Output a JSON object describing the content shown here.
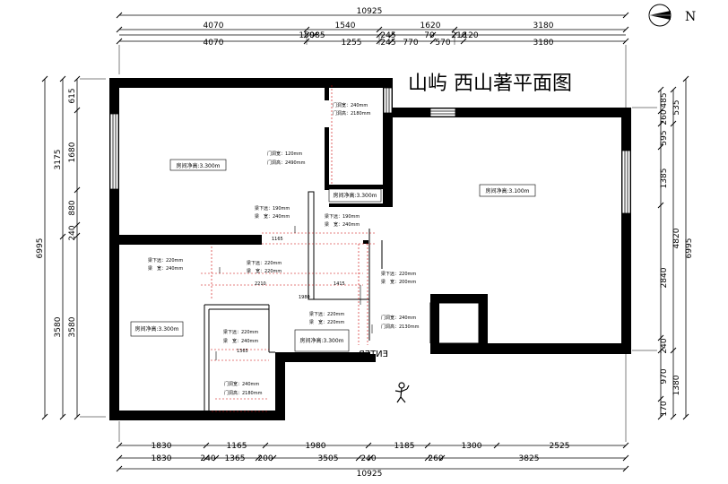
{
  "title": "山屿 西山著平面图",
  "north_label": "N",
  "entry_label": "ENTER",
  "dims": {
    "top_total": "10925",
    "top_row2": [
      "4070",
      "1540",
      "1620",
      "3180"
    ],
    "top_row3": [
      "150",
      "985",
      "245",
      "70",
      "210",
      "120"
    ],
    "top_row4": [
      "4070",
      "1255",
      "245",
      "770",
      "570",
      "3180"
    ],
    "bottom_row1": [
      "1830",
      "1165",
      "1980",
      "1185",
      "1300",
      "2525"
    ],
    "bottom_row2": [
      "1830",
      "240",
      "1365",
      "200",
      "3505",
      "240",
      "260",
      "3825"
    ],
    "bottom_total": "10925",
    "left_outer": [
      "6995"
    ],
    "left_mid": [
      "3175",
      "3580"
    ],
    "left_inner": [
      "615",
      "1680",
      "880",
      "240",
      "3580"
    ],
    "right_inner": [
      "485",
      "260",
      "595",
      "1385",
      "2840",
      "240",
      "970",
      "170"
    ],
    "right_mid": [
      "535",
      "4820",
      "1380"
    ],
    "right_outer": [
      "6995"
    ]
  },
  "rooms": {
    "r1": "房间净高:3.300m",
    "r2": "房间净高:3.300m",
    "r3": "房间净高:3.100m",
    "r4": "房间净高:3.300m",
    "r5": "房间净高:3.300m"
  },
  "notes": {
    "d1a": "门洞宽：240mm",
    "d1b": "门洞高：2180mm",
    "d2a": "门洞宽：120mm",
    "d2b": "门洞高：2490mm",
    "b1a": "梁下远：190mm",
    "b1b": "梁　宽：240mm",
    "b2a": "梁下远：190mm",
    "b2b": "梁　宽：240mm",
    "b3a": "梁下远：220mm",
    "b3b": "梁　宽：240mm",
    "b4a": "梁下远：220mm",
    "b4b": "梁　宽：220mm",
    "b5a": "梁下远：220mm",
    "b5b": "梁　宽：200mm",
    "b6a": "梁下远：220mm",
    "b6b": "梁　宽：220mm",
    "b7a": "梁下远：220mm",
    "b7b": "梁　宽：240mm",
    "d3a": "门洞宽：240mm",
    "d3b": "门洞高：2130mm",
    "d4a": "门洞宽：240mm",
    "d4b": "门洞高：2180mm",
    "i1": "1165",
    "i2": "2210",
    "i3": "1980",
    "i4": "1415",
    "i5": "1365"
  }
}
